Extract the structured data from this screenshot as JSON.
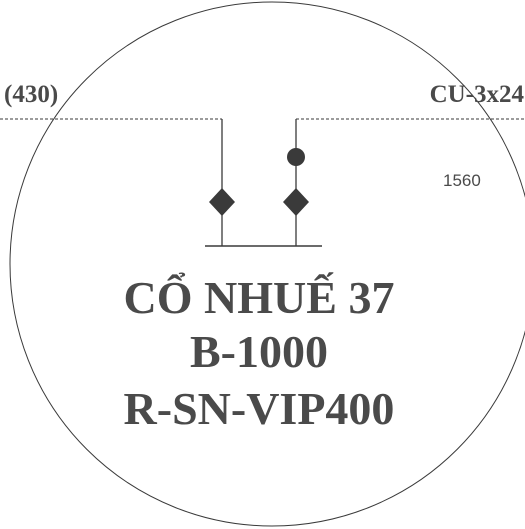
{
  "diagram": {
    "left_label": "(430)",
    "right_label": "CU-3x24",
    "right_sublabel": "1560",
    "station_name": "CỔ NHUẾ 37",
    "station_code": "B-1000",
    "station_type": "R-SN-VIP400",
    "colors": {
      "ink": "#3a3a3a",
      "text": "#4a4a4a",
      "background": "#ffffff"
    }
  }
}
